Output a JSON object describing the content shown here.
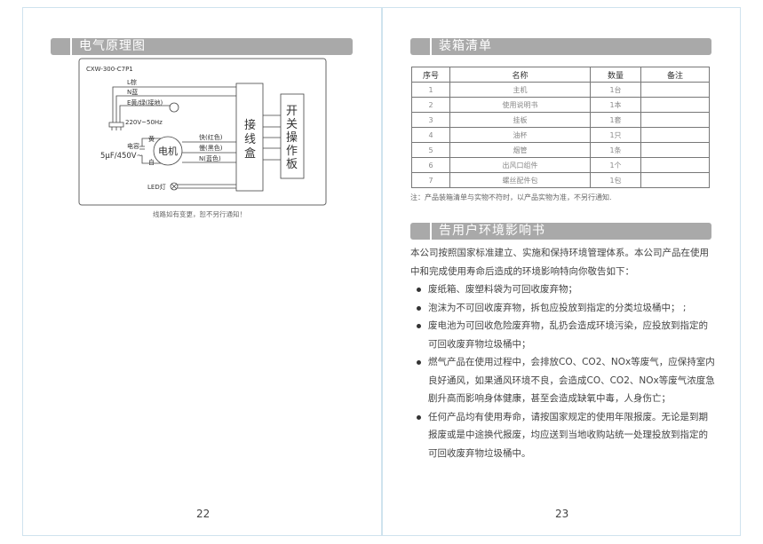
{
  "left": {
    "section_title": "电气原理图",
    "model": "CXW-300-C7P1",
    "labels": {
      "l": "L棕",
      "n": "N蓝",
      "e": "E黄/绿(接地)",
      "power": "220V~50Hz",
      "fast": "快(红色)",
      "slow": "慢(黑色)",
      "neutral": "N(蓝色)",
      "cap": "电容",
      "cap_value": "5μF/450V~",
      "yellow": "黄",
      "white": "白",
      "motor": "电机",
      "junction": "接线盒",
      "switch": "开关操作板",
      "led": "LED灯"
    },
    "caption": "线路如有变更，恕不另行通知！",
    "page_number": "22"
  },
  "right": {
    "packing_title": "装箱清单",
    "table": {
      "headers": [
        "序号",
        "名称",
        "数量",
        "备注"
      ],
      "rows": [
        [
          "1",
          "主机",
          "1台",
          ""
        ],
        [
          "2",
          "使用说明书",
          "1本",
          ""
        ],
        [
          "3",
          "挂板",
          "1套",
          ""
        ],
        [
          "4",
          "油杯",
          "1只",
          ""
        ],
        [
          "5",
          "烟管",
          "1条",
          ""
        ],
        [
          "6",
          "出风口组件",
          "1个",
          ""
        ],
        [
          "7",
          "螺丝配件包",
          "1包",
          ""
        ]
      ]
    },
    "note": "注：产品装箱清单与实物不符时，以产品实物为准，不另行通知.",
    "env_title": "告用户环境影响书",
    "intro": "本公司按照国家标准建立、实施和保持环境管理体系。本公司产品在使用中和完成使用寿命后造成的环境影响特向你敬告如下：",
    "bullets": [
      "废纸箱、废塑料袋为可回收废弃物；",
      "泡沫为不可回收废弃物，拆包应投放到指定的分类垃圾桶中；  ;",
      "废电池为可回收危险废弃物，乱扔会造成环境污染，应投放到指定的可回收废弃物垃圾桶中；",
      "燃气产品在使用过程中，会排放CO、CO2、NOx等废气，应保持室内良好通风，如果通风环境不良，会造成CO、CO2、NOx等废气浓度急剧升高而影响身体健康，甚至会造成缺氧中毒，人身伤亡；",
      "任何产品均有使用寿命，请按国家规定的使用年限报废。无论是到期报废或是中途换代报废，均应送到当地收购站统一处理投放到指定的可回收废弃物垃圾桶中。"
    ],
    "page_number": "23"
  }
}
